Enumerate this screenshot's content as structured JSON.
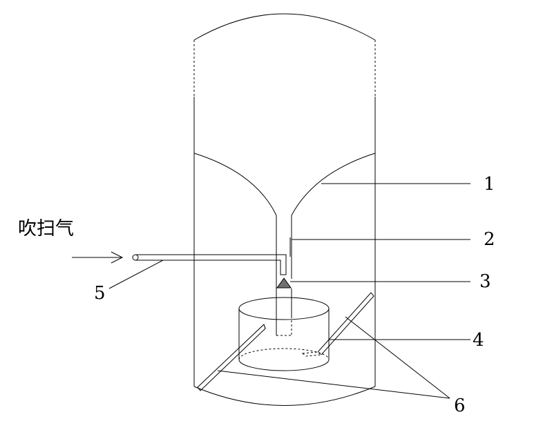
{
  "labels": {
    "purge_gas": "吹扫气",
    "n1": "1",
    "n2": "2",
    "n3": "3",
    "n4": "4",
    "n5": "5",
    "n6": "6"
  }
}
